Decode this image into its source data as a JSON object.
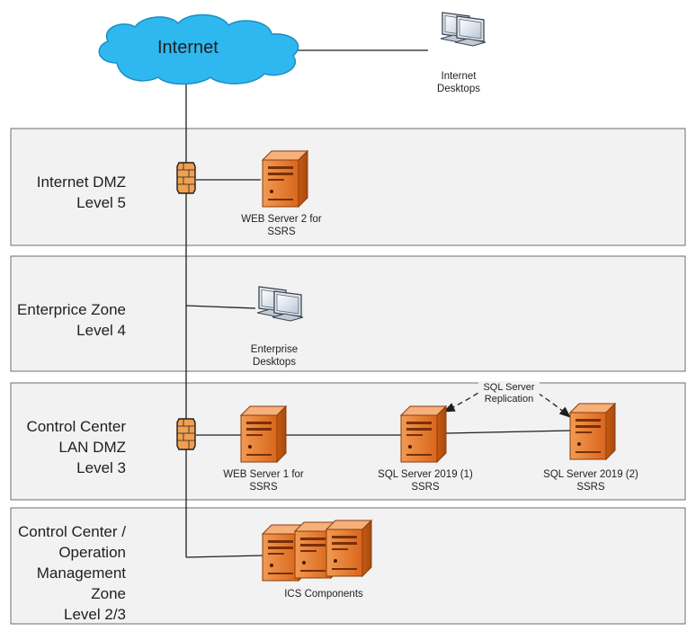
{
  "cloud": {
    "label": "Internet",
    "color": "#2fb8f0"
  },
  "colors": {
    "server": "#e8762a",
    "firewall": "#f0a050",
    "zone_fill": "#f2f2f2",
    "line": "#1f1f1f"
  },
  "zones": [
    {
      "id": "internet-dmz",
      "lines": [
        "Internet DMZ",
        "Level 5"
      ]
    },
    {
      "id": "enterprise-zone",
      "lines": [
        "Enterprice Zone",
        "Level 4"
      ]
    },
    {
      "id": "control-center-lan-dmz",
      "lines": [
        "Control Center",
        "LAN DMZ",
        "Level 3"
      ]
    },
    {
      "id": "operation-management-zone",
      "lines": [
        "Control Center /",
        "Operation",
        "Management",
        "Zone",
        "Level 2/3"
      ]
    }
  ],
  "nodes": {
    "internet_desktops": [
      "Internet",
      "Desktops"
    ],
    "web_server_2": [
      "WEB Server 2 for",
      "SSRS"
    ],
    "enterprise_desktops": [
      "Enterprise",
      "Desktops"
    ],
    "web_server_1": [
      "WEB Server 1 for",
      "SSRS"
    ],
    "sql_server_1": [
      "SQL Server 2019 (1)",
      "SSRS"
    ],
    "sql_server_2": [
      "SQL Server 2019 (2)",
      "SSRS"
    ],
    "ics_components": [
      "ICS Components"
    ]
  },
  "replication": [
    "SQL Server",
    "Replication"
  ]
}
